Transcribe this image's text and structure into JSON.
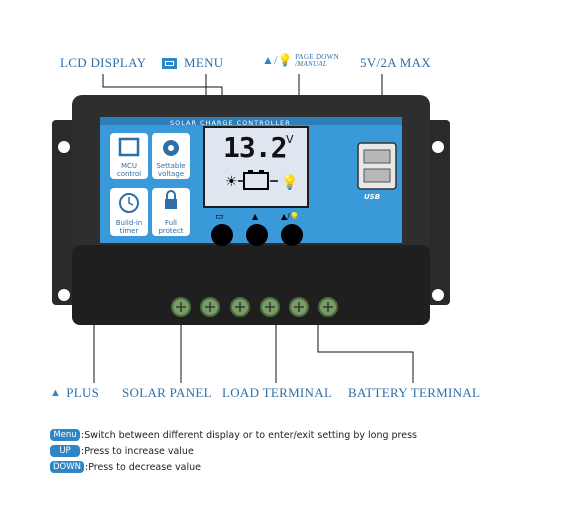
{
  "callouts": {
    "lcd_display": "LCD DISPLAY",
    "menu": "MENU",
    "page_down_line1": "PAGE DOWN",
    "page_down_line2": "/MANUAL",
    "usb_max": "5V/2A MAX",
    "plus": "PLUS",
    "solar_panel": "SOLAR PANEL",
    "load_terminal": "LOAD TERMINAL",
    "battery_terminal": "BATTERY TERMINAL"
  },
  "device": {
    "banner": "SOLAR CHARGE CONTROLLER",
    "voltage_value": "13.2",
    "voltage_unit": "V",
    "features": [
      {
        "label_line1": "MCU",
        "label_line2": "control",
        "icon": "chip-icon"
      },
      {
        "label_line1": "Settable",
        "label_line2": "voltage",
        "icon": "gear-icon"
      },
      {
        "label_line1": "Build-in",
        "label_line2": "timer",
        "icon": "clock-icon"
      },
      {
        "label_line1": "Full",
        "label_line2": "protect",
        "icon": "lock-icon"
      }
    ],
    "usb_label": "USB"
  },
  "legend": [
    {
      "tag": "Menu",
      "text": ":Switch between different display or to enter/exit setting by long press"
    },
    {
      "tag": "UP",
      "text": ":Press to increase value"
    },
    {
      "tag": "DOWN",
      "text": ":Press to decrease value"
    }
  ],
  "colors": {
    "accent_blue": "#2f6fa8",
    "panel_blue": "#3a9ad9",
    "body_dark": "#2b2b2b",
    "lcd_bg": "#dfe6ef"
  }
}
